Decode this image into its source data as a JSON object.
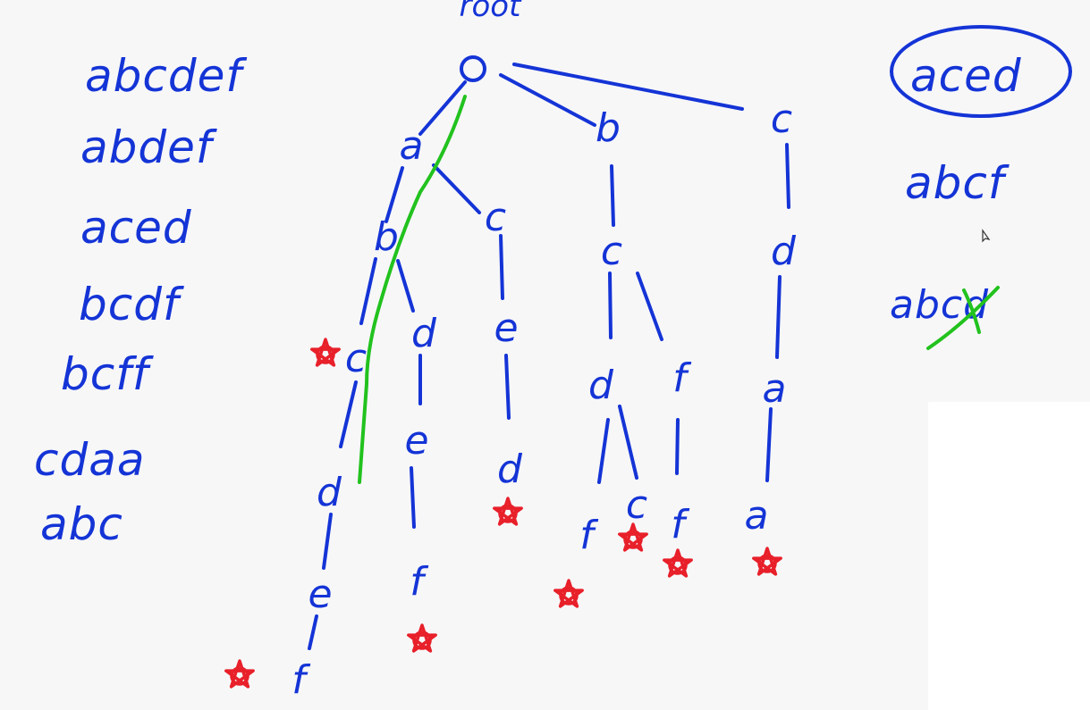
{
  "root_label": "root",
  "word_list": [
    "abcdef",
    "abdef",
    "aced",
    "bcdf",
    "bcff",
    "cdaa",
    "abc"
  ],
  "queries": [
    {
      "text": "aced",
      "circled": true
    },
    {
      "text": "abcf",
      "circled": false
    },
    {
      "text": "abcd",
      "crossed_out": "d"
    }
  ],
  "nodes": {
    "n_a": "a",
    "n_b": "b",
    "n_c": "c",
    "n_ab": "b",
    "n_ac": "c",
    "n_abc": "c",
    "n_abd": "d",
    "n_ace": "e",
    "n_abcd": "d",
    "n_abde": "e",
    "n_aced": "d",
    "n_abcde": "e",
    "n_abdef": "f",
    "n_abcdef": "f",
    "n_bc": "c",
    "n_bcd": "d",
    "n_bcf": "f",
    "n_bcdf": "f",
    "n_bcdc": "c",
    "n_bcff": "f",
    "n_cd": "d",
    "n_cda": "a",
    "n_cdaa": "a"
  },
  "colors": {
    "ink": "#1434d6",
    "highlight_path": "#22c21e",
    "end_marker": "#e8202a",
    "background": "#f7f7f8"
  },
  "end_marker_icon": "star-icon"
}
